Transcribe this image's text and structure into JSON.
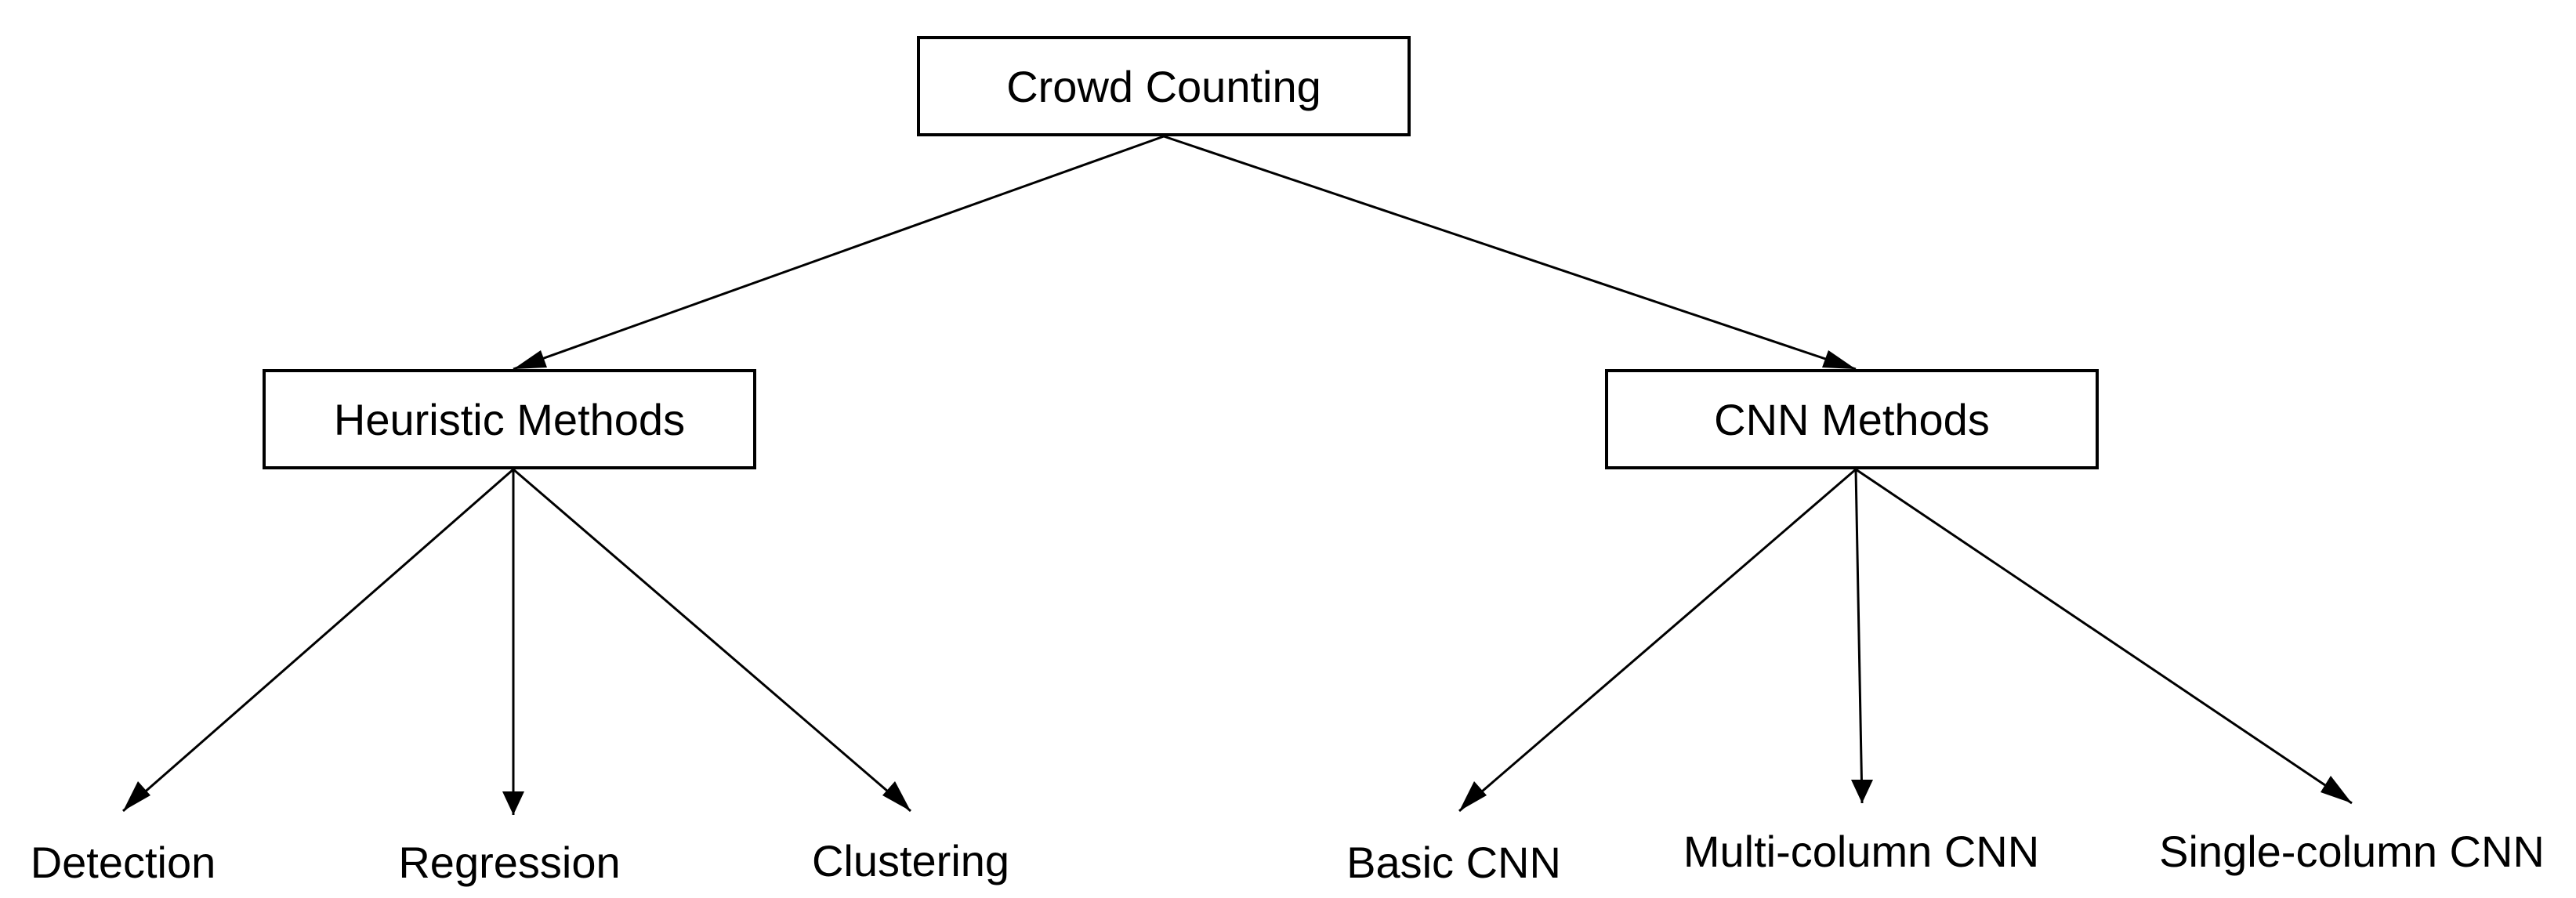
{
  "diagram": {
    "root": {
      "label": "Crowd Counting"
    },
    "branches": [
      {
        "label": "Heuristic Methods",
        "children": [
          "Detection",
          "Regression",
          "Clustering"
        ]
      },
      {
        "label": "CNN Methods",
        "children": [
          "Basic CNN",
          "Multi-column CNN",
          "Single-column CNN"
        ]
      }
    ],
    "colors": {
      "line": "#000000",
      "box_border": "#000000",
      "background": "#ffffff",
      "text": "#000000"
    }
  }
}
